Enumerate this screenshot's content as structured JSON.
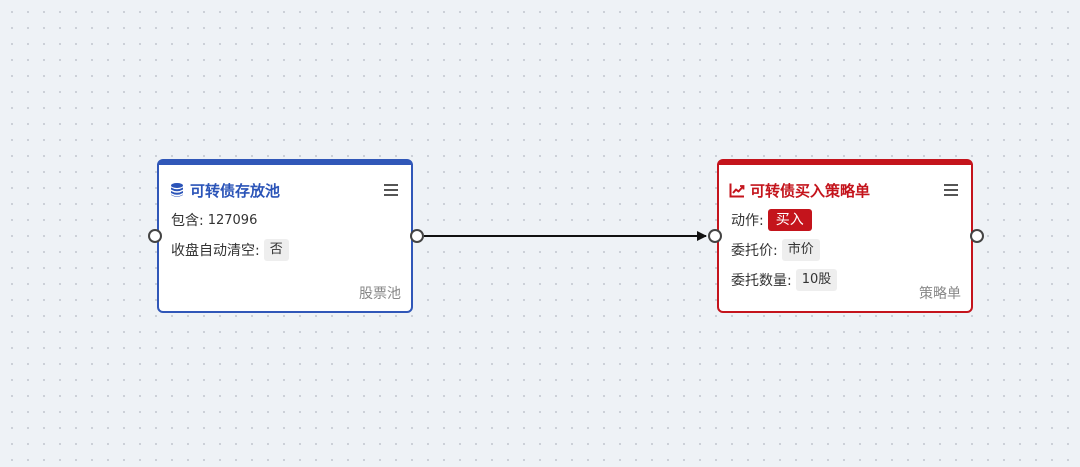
{
  "nodes": {
    "pool": {
      "title": "可转债存放池",
      "icon": "database-icon",
      "color": "#2b54b8",
      "contains_label": "包含:",
      "contains_value": "127096",
      "auto_clear_label": "收盘自动清空:",
      "auto_clear_value": "否",
      "type_label": "股票池"
    },
    "order": {
      "title": "可转债买入策略单",
      "icon": "chart-line-icon",
      "color": "#c4141c",
      "action_label": "动作:",
      "action_value": "买入",
      "price_label": "委托价:",
      "price_value": "市价",
      "qty_label": "委托数量:",
      "qty_value": "10股",
      "type_label": "策略单"
    }
  },
  "colors": {
    "background": "#eef2f6",
    "pool_accent": "#3057b8",
    "order_accent": "#c4141c",
    "edge": "#111111"
  }
}
